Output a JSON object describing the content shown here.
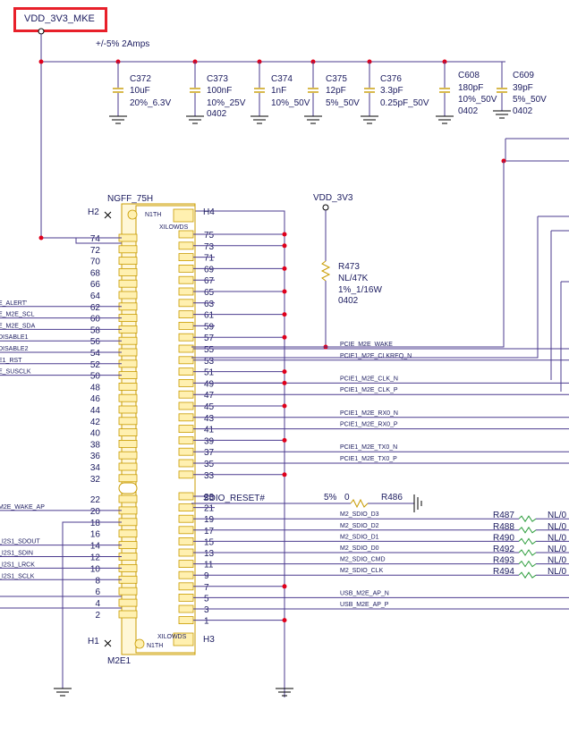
{
  "rail": {
    "name": "VDD_3V3_MKE",
    "note": "+/-5%  2Amps"
  },
  "caps": [
    {
      "ref": "C372",
      "val": "10uF",
      "spec": "20%_6.3V",
      "pkg": ""
    },
    {
      "ref": "C373",
      "val": "100nF",
      "spec": "10%_25V",
      "pkg": "0402"
    },
    {
      "ref": "C374",
      "val": "1nF",
      "spec": "10%_50V",
      "pkg": ""
    },
    {
      "ref": "C375",
      "val": "12pF",
      "spec": "5%_50V",
      "pkg": ""
    },
    {
      "ref": "C376",
      "val": "3.3pF",
      "spec": "0.25pF_50V",
      "pkg": ""
    },
    {
      "ref": "C608",
      "val": "180pF",
      "spec": "10%_50V",
      "pkg": "0402"
    },
    {
      "ref": "C609",
      "val": "39pF",
      "spec": "5%_50V",
      "pkg": "0402"
    }
  ],
  "connector": {
    "name": "NGFF_75H",
    "ref": "M2E1",
    "h1": "H1",
    "h2": "H2",
    "h3": "H3",
    "h4": "H4",
    "mark_top": "N1TH",
    "mark_top2": "XILOWDS",
    "mark_bot": "XILOWDS",
    "mark_bot2": "N1TH"
  },
  "left_pins": [
    "74",
    "72",
    "70",
    "68",
    "66",
    "64",
    "62",
    "60",
    "58",
    "56",
    "54",
    "52",
    "50",
    "48",
    "46",
    "44",
    "42",
    "40",
    "38",
    "36",
    "34",
    "32",
    "22",
    "20",
    "18",
    "16",
    "14",
    "12",
    "10",
    "8",
    "6",
    "4",
    "2"
  ],
  "right_pins": [
    "75",
    "73",
    "71",
    "69",
    "67",
    "65",
    "63",
    "61",
    "59",
    "57",
    "55",
    "53",
    "51",
    "49",
    "47",
    "45",
    "43",
    "41",
    "39",
    "37",
    "35",
    "33",
    "23",
    "21",
    "19",
    "17",
    "15",
    "13",
    "11",
    "9",
    "7",
    "5",
    "3",
    "1"
  ],
  "left_nets": [
    "E_ALERT'",
    "E_M2E_SCL",
    "E_M2E_SDA",
    "DISABLE1",
    "DISABLE2",
    "E1_RST",
    "E_SUSCLK",
    "M2E_WAKE_AP",
    "_I2S1_SDOUT",
    "_I2S1_SDIN",
    "_I2S1_LRCK",
    "_I2S1_SCLK"
  ],
  "right_nets": [
    "PCIE_M2E_WAKE",
    "PCIE1_M2E_CLKREQ_N",
    "PCIE1_M2E_CLK_N",
    "PCIE1_M2E_CLK_P",
    "PCIE1_M2E_RX0_N",
    "PCIE1_M2E_RX0_P",
    "PCIE1_M2E_TX0_N",
    "PCIE1_M2E_TX0_P",
    "M2_SDIO_D3",
    "M2_SDIO_D2",
    "M2_SDIO_D1",
    "M2_SDIO_D0",
    "M2_SDIO_CMD",
    "M2_SDIO_CLK",
    "USB_M2E_AP_N",
    "USB_M2E_AP_P"
  ],
  "pullup": {
    "rail": "VDD_3V3",
    "ref": "R473",
    "val": "NL/47K",
    "spec": "1%_1/16W",
    "pkg": "0402"
  },
  "sdio_reset": {
    "net": "SDIO_RESET#",
    "tol": "5%",
    "val": "0",
    "ref": "R486"
  },
  "sdio_res": [
    {
      "ref": "R487",
      "val": "NL/0"
    },
    {
      "ref": "R488",
      "val": "NL/0"
    },
    {
      "ref": "R490",
      "val": "NL/0"
    },
    {
      "ref": "R492",
      "val": "NL/0"
    },
    {
      "ref": "R493",
      "val": "NL/0"
    },
    {
      "ref": "R494",
      "val": "NL/0"
    }
  ],
  "colors": {
    "highlight": "#e8202a",
    "wire": "#4b3b8f",
    "junction": "#e0001b",
    "part": "#c89b00",
    "resistor_green": "#2e9e3e"
  }
}
